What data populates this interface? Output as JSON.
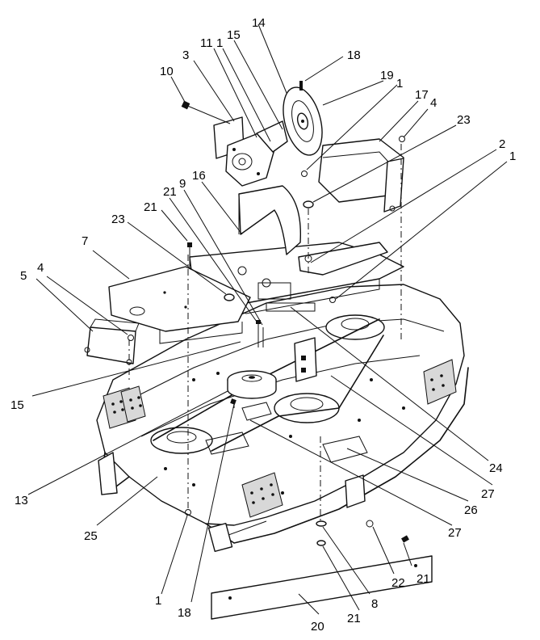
{
  "callouts": [
    {
      "id": "c14a",
      "text": "14"
    },
    {
      "id": "c11",
      "text": "11"
    },
    {
      "id": "c1a",
      "text": "1"
    },
    {
      "id": "c15a",
      "text": "15"
    },
    {
      "id": "c3",
      "text": "3"
    },
    {
      "id": "c18a",
      "text": "18"
    },
    {
      "id": "c10",
      "text": "10"
    },
    {
      "id": "c19",
      "text": "19"
    },
    {
      "id": "c1b",
      "text": "1"
    },
    {
      "id": "c17",
      "text": "17"
    },
    {
      "id": "c4a",
      "text": "4"
    },
    {
      "id": "c23a",
      "text": "23"
    },
    {
      "id": "c2",
      "text": "2"
    },
    {
      "id": "c1c",
      "text": "1"
    },
    {
      "id": "c16",
      "text": "16"
    },
    {
      "id": "c21a",
      "text": "21"
    },
    {
      "id": "c9",
      "text": "9"
    },
    {
      "id": "c21b",
      "text": "21"
    },
    {
      "id": "c23b",
      "text": "23"
    },
    {
      "id": "c7",
      "text": "7"
    },
    {
      "id": "c4b",
      "text": "4"
    },
    {
      "id": "c5",
      "text": "5"
    },
    {
      "id": "c15b",
      "text": "15"
    },
    {
      "id": "c24",
      "text": "24"
    },
    {
      "id": "c13",
      "text": "13"
    },
    {
      "id": "c27a",
      "text": "27"
    },
    {
      "id": "c26",
      "text": "26"
    },
    {
      "id": "c27b",
      "text": "27"
    },
    {
      "id": "c25",
      "text": "25"
    },
    {
      "id": "c22",
      "text": "22"
    },
    {
      "id": "c21c",
      "text": "21"
    },
    {
      "id": "c1d",
      "text": "1"
    },
    {
      "id": "c18b",
      "text": "18"
    },
    {
      "id": "c21d",
      "text": "21"
    },
    {
      "id": "c8",
      "text": "8"
    },
    {
      "id": "c20",
      "text": "20"
    }
  ]
}
